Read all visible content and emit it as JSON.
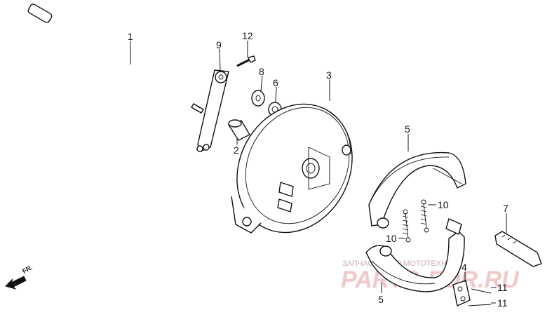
{
  "diagram": {
    "part_labels": [
      {
        "id": "p1",
        "text": "1"
      },
      {
        "id": "p2",
        "text": "2"
      },
      {
        "id": "p3",
        "text": "3"
      },
      {
        "id": "p4",
        "text": "4"
      },
      {
        "id": "p5a",
        "text": "5"
      },
      {
        "id": "p5b",
        "text": "5"
      },
      {
        "id": "p6",
        "text": "6"
      },
      {
        "id": "p7",
        "text": "7"
      },
      {
        "id": "p8",
        "text": "8"
      },
      {
        "id": "p9",
        "text": "9"
      },
      {
        "id": "p10a",
        "text": "10"
      },
      {
        "id": "p10b",
        "text": "10"
      },
      {
        "id": "p11a",
        "text": "11"
      },
      {
        "id": "p11b",
        "text": "11"
      },
      {
        "id": "p12",
        "text": "12"
      }
    ],
    "direction_marker": "FR.",
    "watermark": {
      "small_text": "ЗАПЧАСТИ ДЛЯ МОТОТЕХНИКИ",
      "big_text": "PARTS-FOR.RU",
      "color": "#e8a0a0"
    }
  }
}
